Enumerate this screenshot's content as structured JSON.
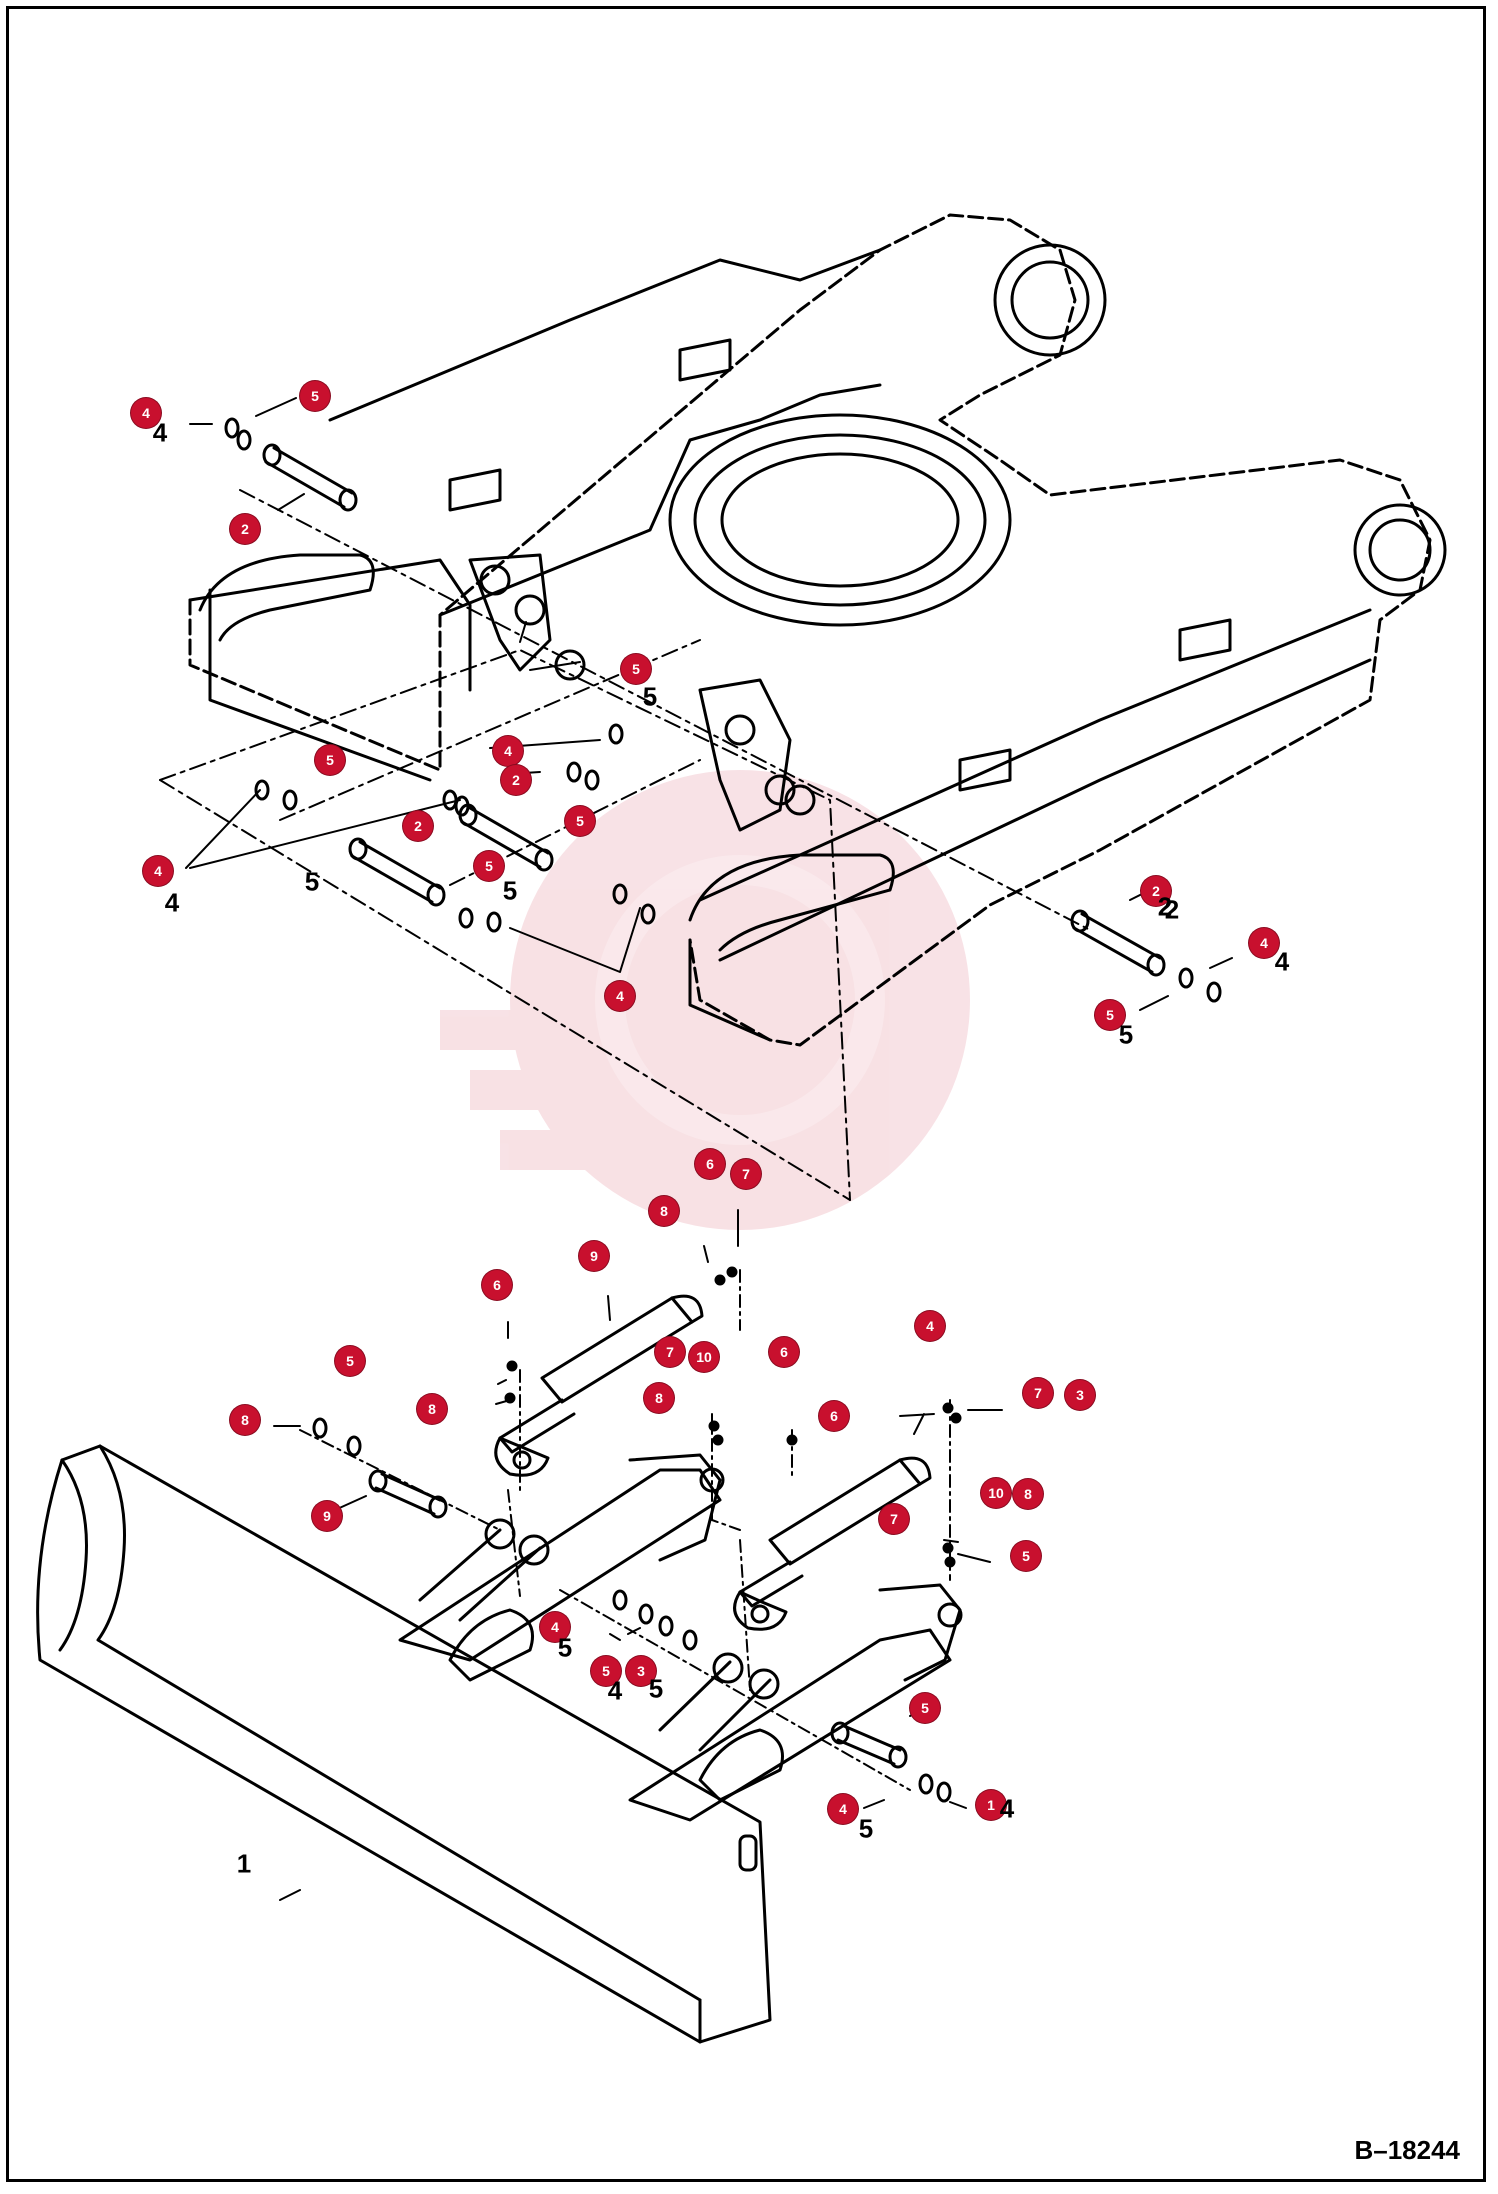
{
  "drawing_number": "B–18244",
  "callouts": [
    {
      "label": "4"
    },
    {
      "label": "5"
    },
    {
      "label": "2"
    },
    {
      "label": "5"
    },
    {
      "label": "5"
    },
    {
      "label": "4"
    },
    {
      "label": "2"
    },
    {
      "label": "5"
    },
    {
      "label": "2"
    },
    {
      "label": "5"
    },
    {
      "label": "4"
    },
    {
      "label": "4"
    },
    {
      "label": "2"
    },
    {
      "label": "4"
    },
    {
      "label": "5"
    },
    {
      "label": "6"
    },
    {
      "label": "7"
    },
    {
      "label": "8"
    },
    {
      "label": "9"
    },
    {
      "label": "6"
    },
    {
      "label": "5"
    },
    {
      "label": "7"
    },
    {
      "label": "10"
    },
    {
      "label": "6"
    },
    {
      "label": "8"
    },
    {
      "label": "4"
    },
    {
      "label": "8"
    },
    {
      "label": "8"
    },
    {
      "label": "6"
    },
    {
      "label": "7"
    },
    {
      "label": "3"
    },
    {
      "label": "9"
    },
    {
      "label": "7"
    },
    {
      "label": "10"
    },
    {
      "label": "8"
    },
    {
      "label": "5"
    },
    {
      "label": "4"
    },
    {
      "label": "5"
    },
    {
      "label": "3"
    },
    {
      "label": "5"
    },
    {
      "label": "4"
    },
    {
      "label": "1"
    }
  ],
  "printed_numbers": [
    {
      "text": "4"
    },
    {
      "text": "5"
    },
    {
      "text": "5"
    },
    {
      "text": "2"
    },
    {
      "text": "5"
    },
    {
      "text": "4"
    },
    {
      "text": "2"
    },
    {
      "text": "4"
    },
    {
      "text": "5"
    },
    {
      "text": "5"
    },
    {
      "text": "5"
    },
    {
      "text": "4"
    },
    {
      "text": "4"
    },
    {
      "text": "5"
    },
    {
      "text": "1"
    }
  ]
}
